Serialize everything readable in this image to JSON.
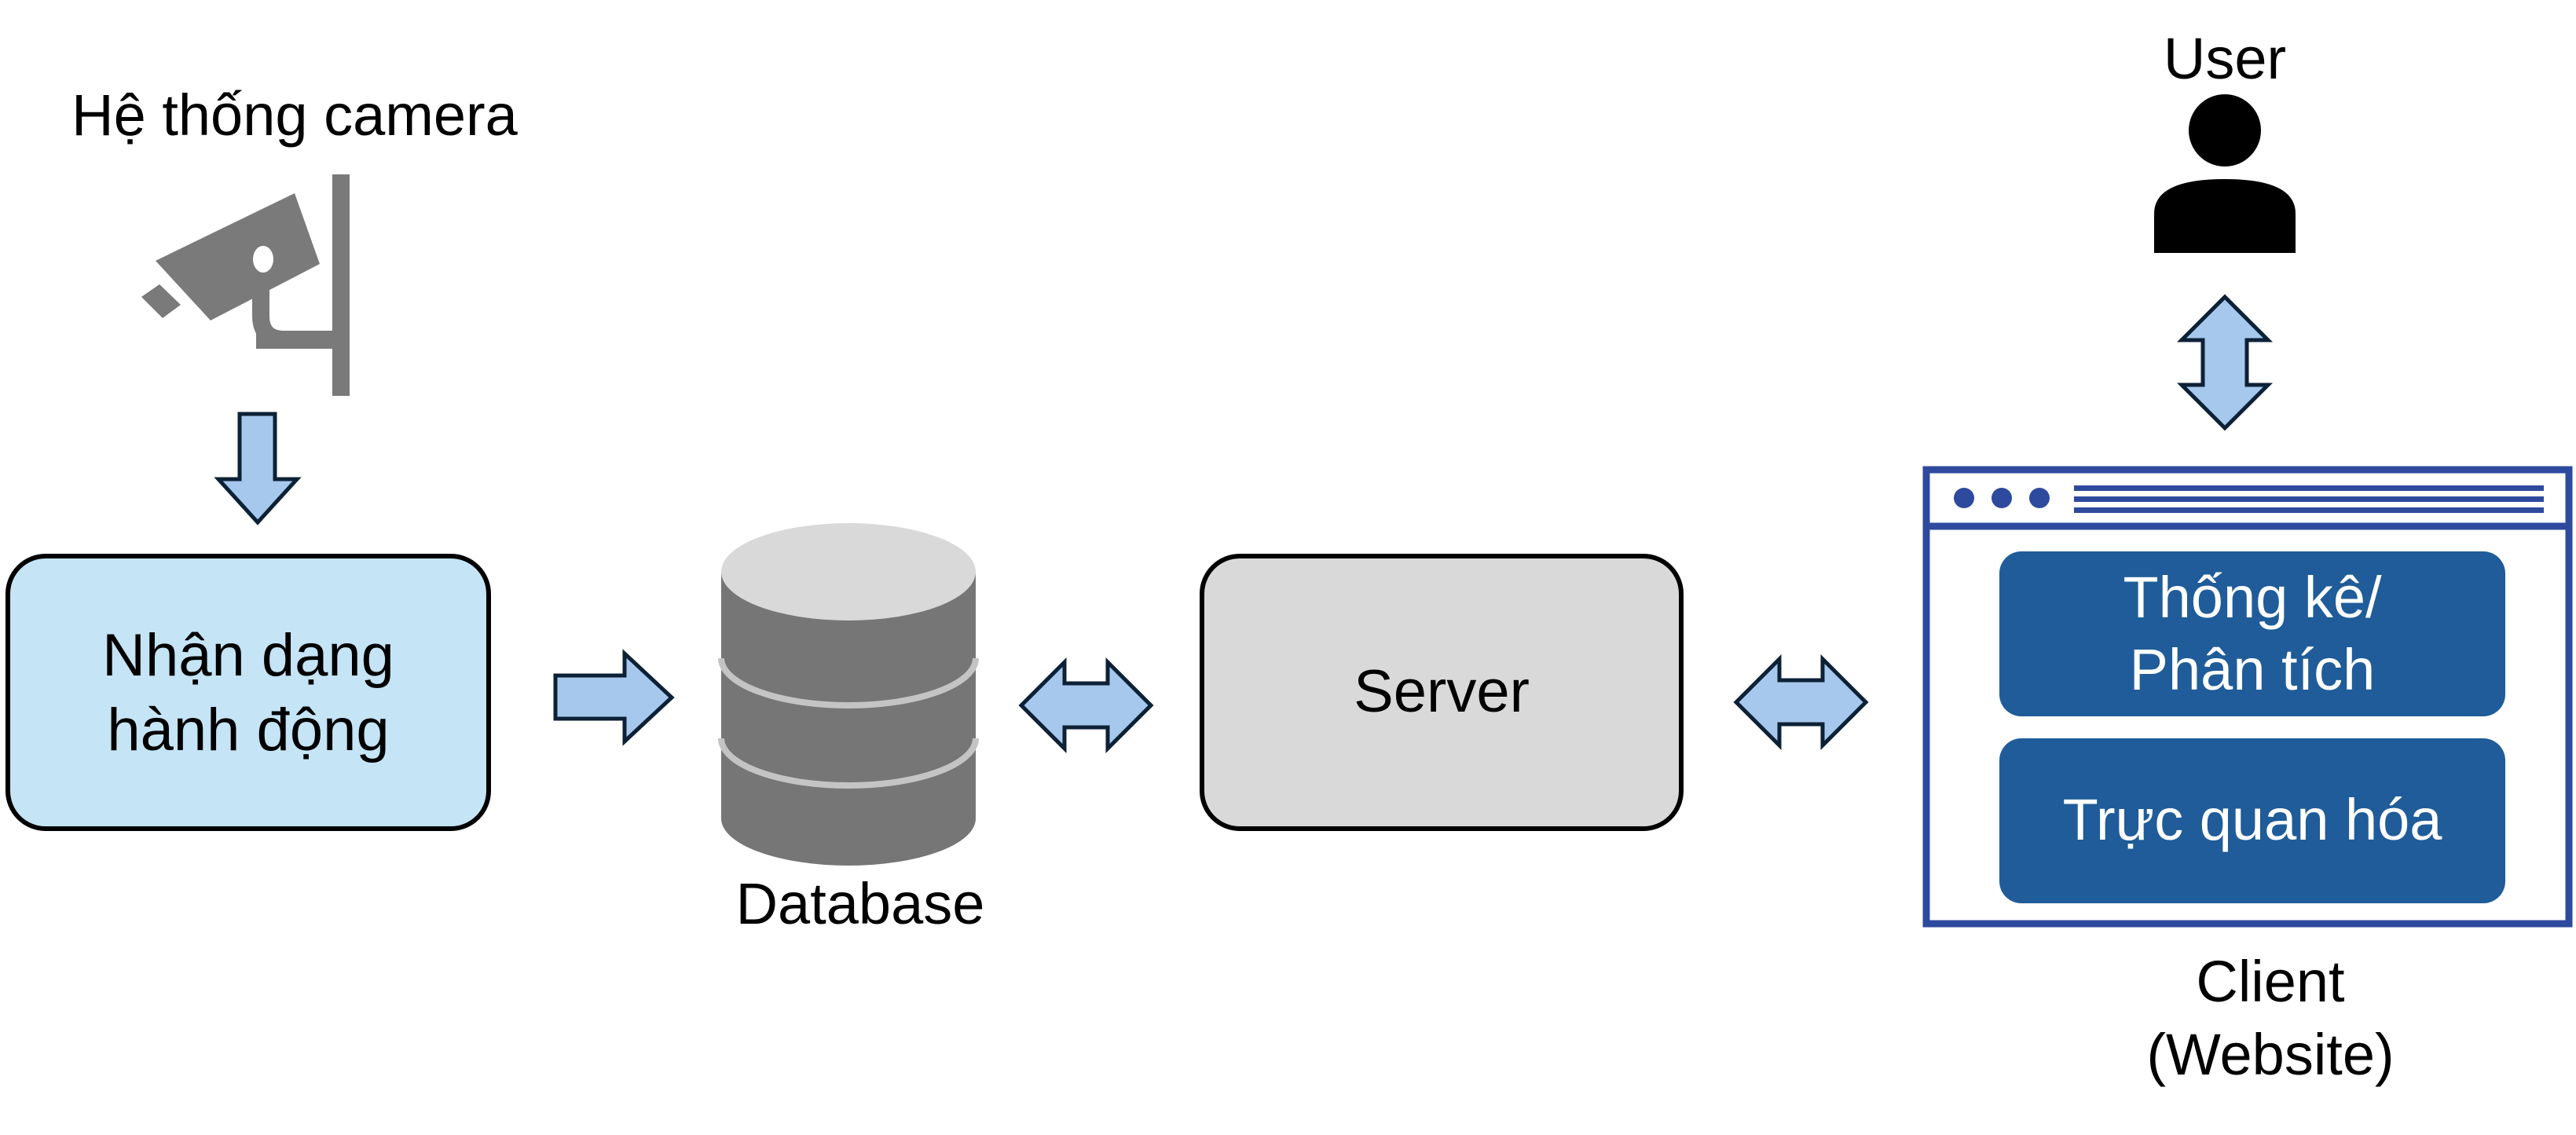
{
  "camera": {
    "label": "Hệ thống camera",
    "icon": "cctv-camera-icon"
  },
  "recognition": {
    "line1": "Nhận dạng",
    "line2": "hành động"
  },
  "database": {
    "label": "Database",
    "icon": "database-icon"
  },
  "server": {
    "label": "Server"
  },
  "user": {
    "label": "User",
    "icon": "user-icon"
  },
  "client": {
    "label_line1": "Client",
    "label_line2": "(Website)",
    "icon": "browser-window-icon",
    "stats_line1": "Thống kê/",
    "stats_line2": "Phân tích",
    "visualize_label": "Trực quan hóa"
  },
  "colors": {
    "light_blue_box": "#c5e4f5",
    "arrow_fill": "#a6c8ec",
    "arrow_stroke": "#0d2136",
    "gray_box": "#d9d9d9",
    "dark_blue": "#1f5c99",
    "icon_gray": "#7a7a7a",
    "db_top": "#d9d9d9",
    "db_body": "#767676"
  }
}
